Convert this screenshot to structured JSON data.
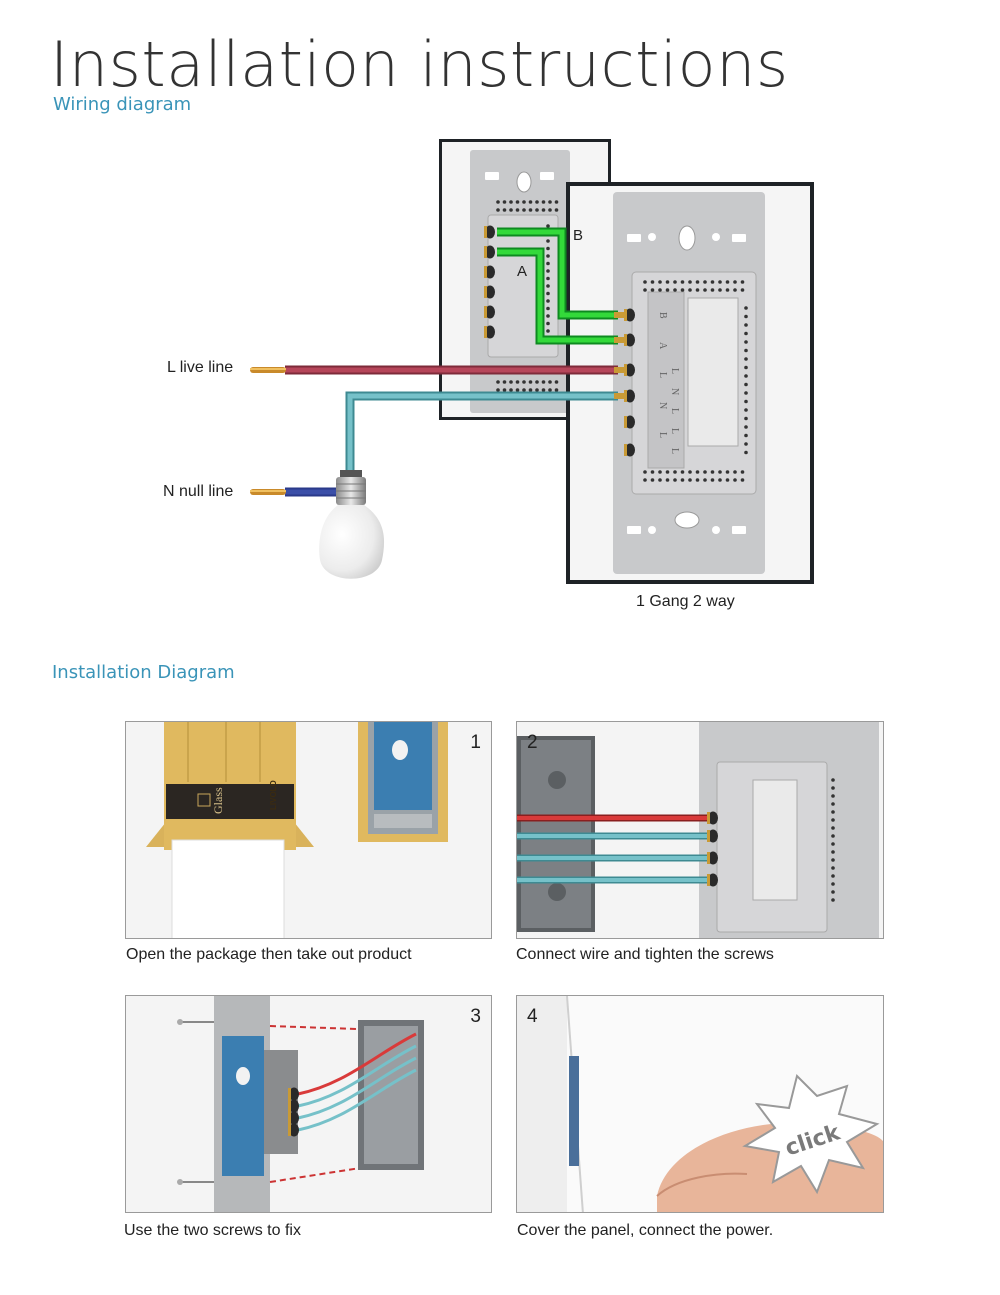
{
  "header": {
    "title": "Installation instructions",
    "subtitle": "Wiring diagram"
  },
  "wiring": {
    "live_label": "L live line",
    "null_label": "N null line",
    "wire_b_label": "B",
    "wire_a_label": "A",
    "caption": "1 Gang 2 way",
    "terminal_marks_left": [
      "B",
      "A",
      "L",
      "N",
      "L"
    ],
    "terminal_marks_right": [
      "L",
      "N",
      "L",
      "L",
      "L"
    ],
    "colors": {
      "live_wire": "#b6465a",
      "neutral_wire": "#76c1c9",
      "traveler_wire": "#33d93a",
      "neutral_tip": "#3b4fa8"
    }
  },
  "installation": {
    "subtitle": "Installation Diagram",
    "steps": [
      {
        "number": "1",
        "caption": "Open the package then take out product",
        "box_text": "Glass",
        "brand": "LIVOLO"
      },
      {
        "number": "2",
        "caption": "Connect wire and tighten the screws"
      },
      {
        "number": "3",
        "caption": "Use the two screws to fix"
      },
      {
        "number": "4",
        "caption": "Cover the panel, connect the power.",
        "burst_text": "click"
      }
    ]
  }
}
